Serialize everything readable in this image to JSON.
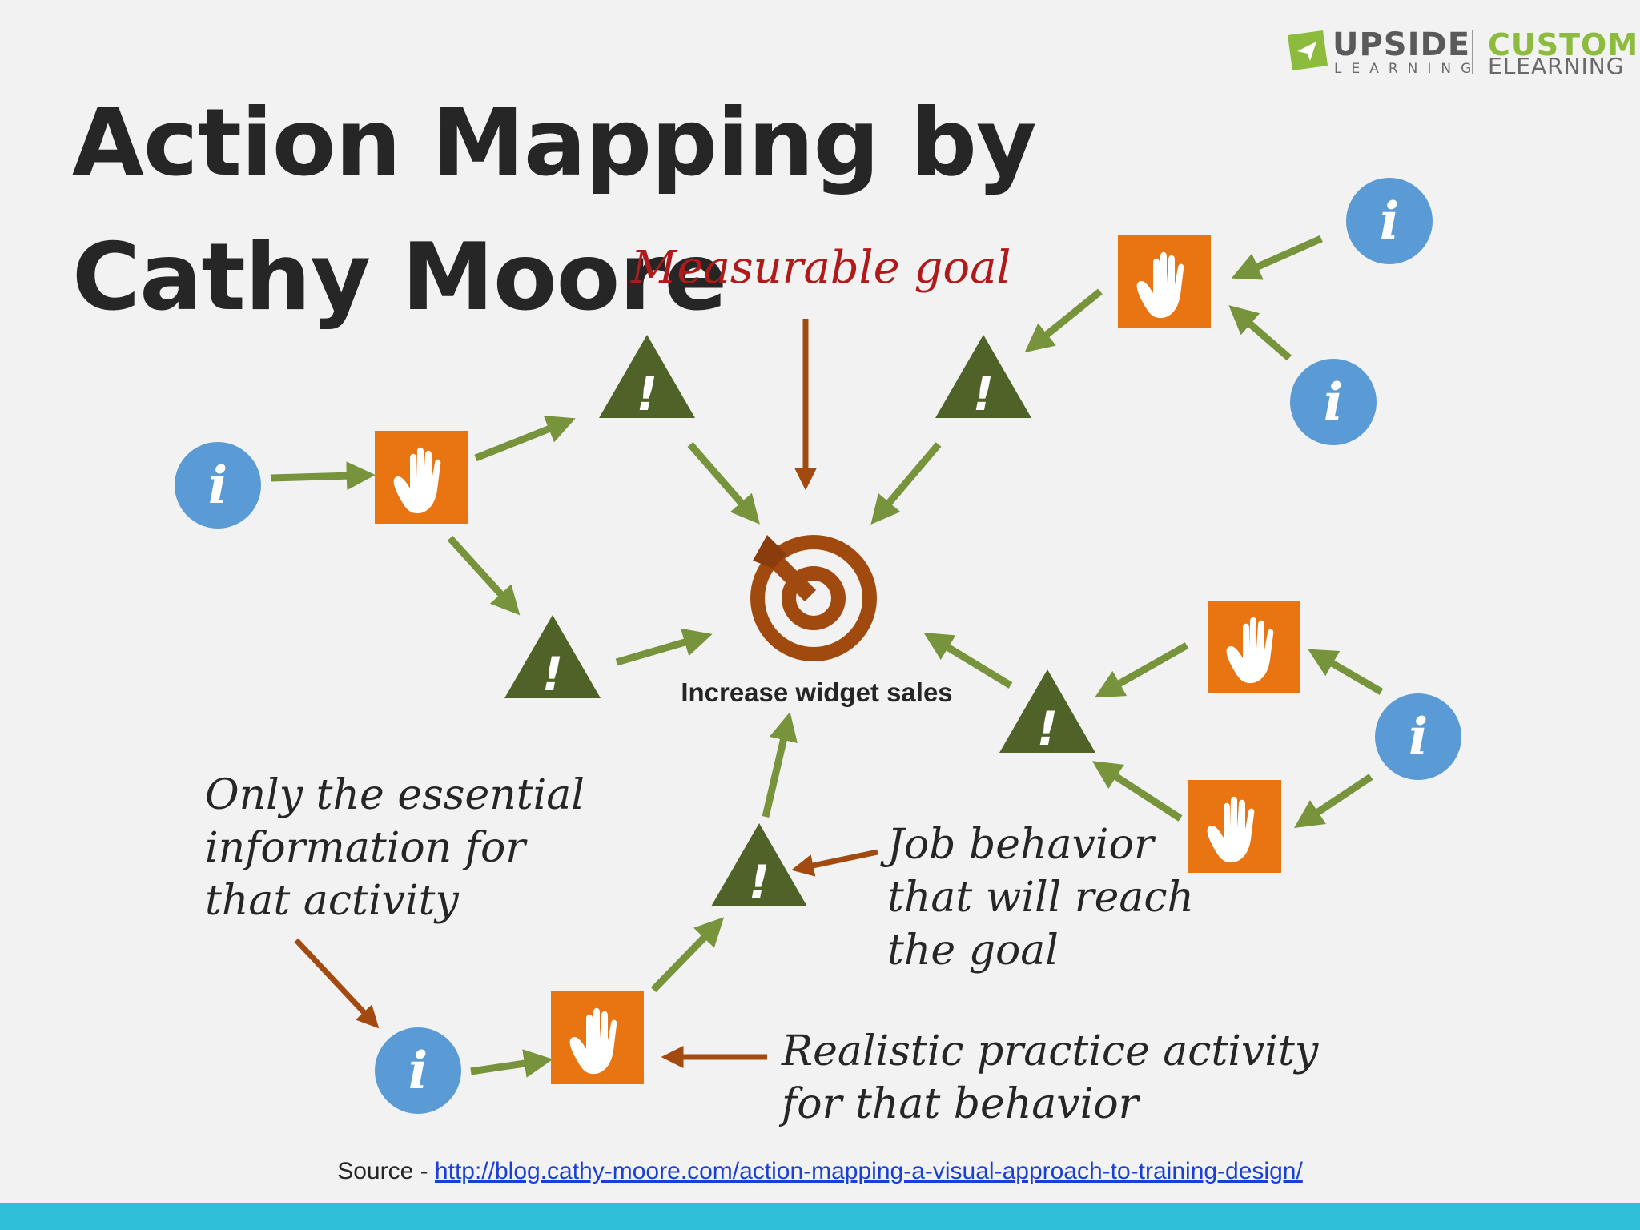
{
  "title": "Action Mapping by Cathy Moore",
  "logo": {
    "brand": "UPSIDE",
    "brand_sub": "LEARNING",
    "tagline": "CUSTOM",
    "tagline_sub": "ELEARNING",
    "colors": {
      "green": "#8dbb3e",
      "gray": "#5a5a5a"
    }
  },
  "labels": {
    "goal_caption": "Measurable goal",
    "center_label": "Increase widget sales",
    "info_caption": "Only the essential information for that activity",
    "job_caption": "Job behavior that will reach the goal",
    "practice_caption": "Realistic practice activity for that behavior"
  },
  "source": {
    "prefix": "Source - ",
    "link_text": "http://blog.cathy-moore.com/action-mapping-a-visual-approach-to-training-design/"
  },
  "icons": {
    "goal": "target-icon",
    "behavior": "warning-triangle-icon",
    "practice": "hand-icon",
    "information": "info-icon"
  },
  "colors": {
    "background": "#f2f2f2",
    "info_blue": "#5b9bd5",
    "hand_orange": "#e87511",
    "triangle_green": "#4f6228",
    "arrow_green": "#77933c",
    "arrow_brown": "#a34a10",
    "target_brown": "#a04a10",
    "goal_red": "#b01a1a",
    "bottom_bar": "#2fbfd9"
  }
}
